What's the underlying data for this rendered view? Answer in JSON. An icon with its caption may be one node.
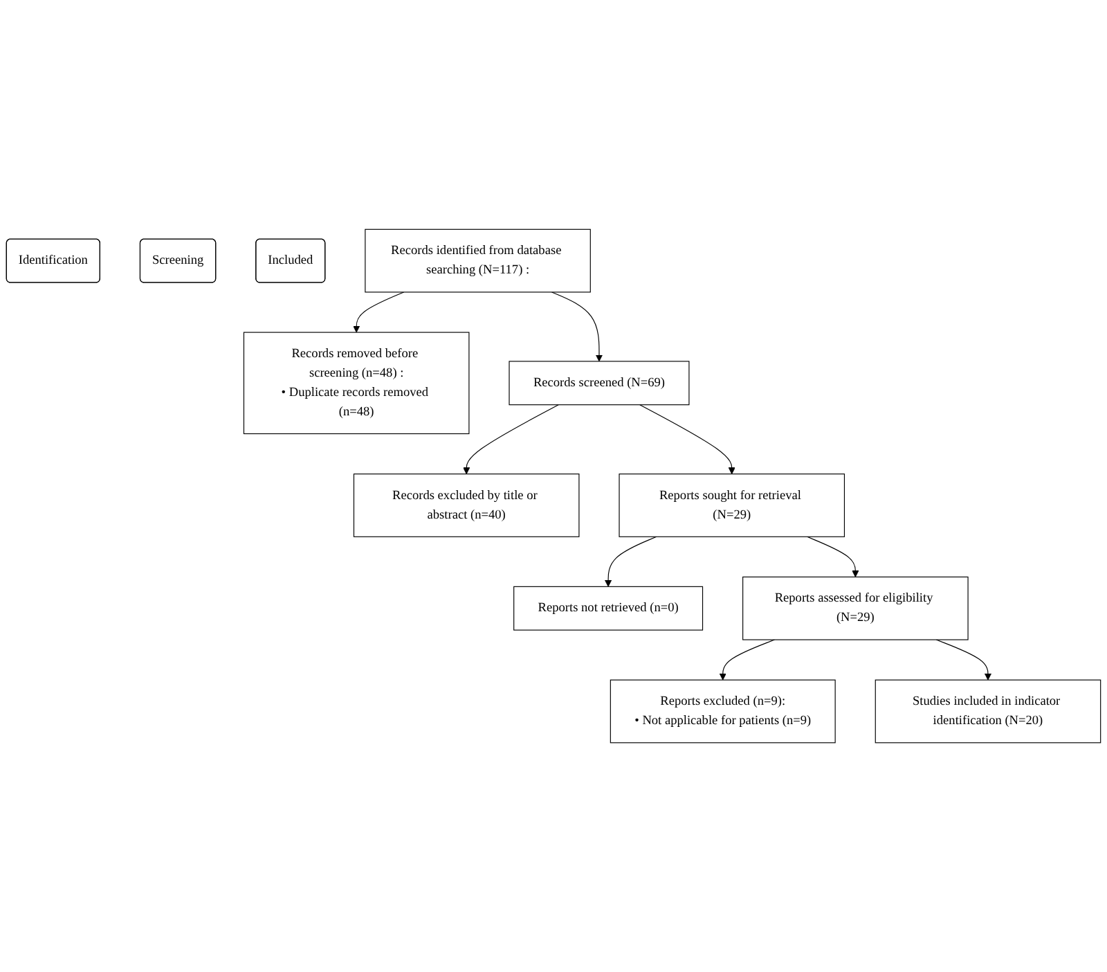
{
  "diagram": {
    "nodes": [
      {
        "text": [
          "Identification"
        ]
      },
      {
        "text": [
          "Screening"
        ]
      },
      {
        "text": [
          "Included"
        ]
      },
      {
        "text": [
          "Records identified from database searching (N=117) :"
        ]
      },
      {
        "text": [
          "Records removed before screening (n=48) :",
          "• Duplicate records removed (n=48)"
        ]
      },
      {
        "text": [
          "Records screened (N=69)"
        ]
      },
      {
        "text": [
          "Records excluded by title or abstract (n=40)"
        ]
      },
      {
        "text": [
          "Reports sought for retrieval (N=29)"
        ]
      },
      {
        "text": [
          "Reports not retrieved (n=0)"
        ]
      },
      {
        "text": [
          "Reports assessed for eligibility (N=29)"
        ]
      },
      {
        "text": [
          "Reports excluded (n=9):",
          "• Not applicable for patients (n=9)"
        ]
      },
      {
        "text": [
          "Studies included in indicator identification (N=20)"
        ]
      }
    ],
    "edges": [
      {
        "from": 3,
        "to": 4,
        "arrow": "to"
      },
      {
        "from": 3,
        "to": 5,
        "arrow": "to"
      },
      {
        "from": 5,
        "to": 6,
        "arrow": "to"
      },
      {
        "from": 5,
        "to": 7,
        "arrow": "to"
      },
      {
        "from": 7,
        "to": 8,
        "arrow": "to"
      },
      {
        "from": 7,
        "to": 9,
        "arrow": "to"
      },
      {
        "from": 9,
        "to": 10,
        "arrow": "to"
      },
      {
        "from": 9,
        "to": 11,
        "arrow": "to"
      }
    ]
  }
}
